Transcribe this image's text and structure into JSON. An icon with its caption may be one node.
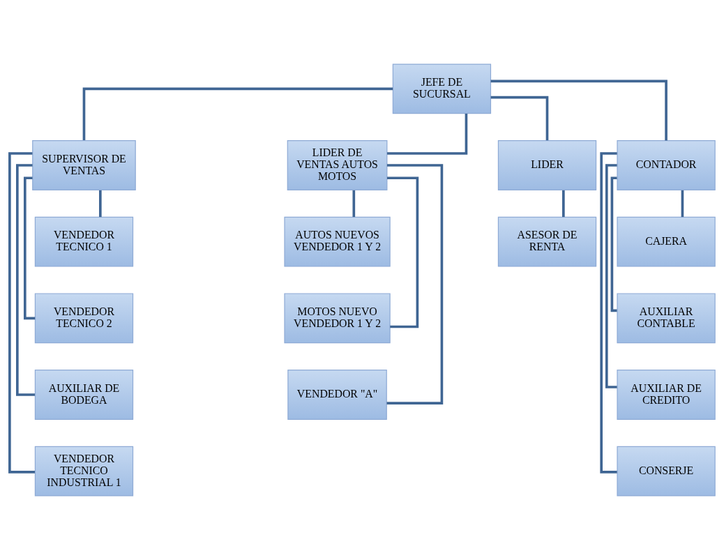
{
  "diagram": {
    "nodes": [
      {
        "text": [
          "JEFE DE SUCURSAL"
        ]
      },
      {
        "text": [
          "SUPERVISOR DE VENTAS"
        ]
      },
      {
        "text": [
          "LIDER DE VENTAS AUTOS MOTOS"
        ]
      },
      {
        "text": [
          "LIDER"
        ]
      },
      {
        "text": [
          "CONTADOR"
        ]
      },
      {
        "text": [
          "VENDEDOR TECNICO 1"
        ]
      },
      {
        "text": [
          "VENDEDOR TECNICO 2"
        ]
      },
      {
        "text": [
          "AUXILIAR DE BODEGA"
        ]
      },
      {
        "text": [
          "VENDEDOR TECNICO INDUSTRIAL 1"
        ]
      },
      {
        "text": [
          "AUTOS NUEVOS VENDEDOR 1 Y 2"
        ]
      },
      {
        "text": [
          "MOTOS NUEVO VENDEDOR 1 Y 2"
        ]
      },
      {
        "text": [
          "VENDEDOR \"A\""
        ]
      },
      {
        "text": [
          "ASESOR DE RENTA"
        ]
      },
      {
        "text": [
          "CAJERA"
        ]
      },
      {
        "text": [
          "AUXILIAR CONTABLE"
        ]
      },
      {
        "text": [
          "AUXILIAR DE CREDITO"
        ]
      },
      {
        "text": [
          "CONSERJE"
        ]
      }
    ],
    "edges": [
      {
        "from": 0,
        "to": 1,
        "arrow": "none"
      },
      {
        "from": 0,
        "to": 2,
        "arrow": "none"
      },
      {
        "from": 0,
        "to": 3,
        "arrow": "none"
      },
      {
        "from": 0,
        "to": 4,
        "arrow": "none"
      },
      {
        "from": 1,
        "to": 5,
        "arrow": "none"
      },
      {
        "from": 1,
        "to": 6,
        "arrow": "none"
      },
      {
        "from": 1,
        "to": 7,
        "arrow": "none"
      },
      {
        "from": 1,
        "to": 8,
        "arrow": "none"
      },
      {
        "from": 2,
        "to": 9,
        "arrow": "none"
      },
      {
        "from": 2,
        "to": 10,
        "arrow": "none"
      },
      {
        "from": 2,
        "to": 11,
        "arrow": "none"
      },
      {
        "from": 3,
        "to": 12,
        "arrow": "none"
      },
      {
        "from": 4,
        "to": 13,
        "arrow": "none"
      },
      {
        "from": 4,
        "to": 14,
        "arrow": "none"
      },
      {
        "from": 4,
        "to": 15,
        "arrow": "none"
      },
      {
        "from": 4,
        "to": 16,
        "arrow": "none"
      }
    ]
  }
}
